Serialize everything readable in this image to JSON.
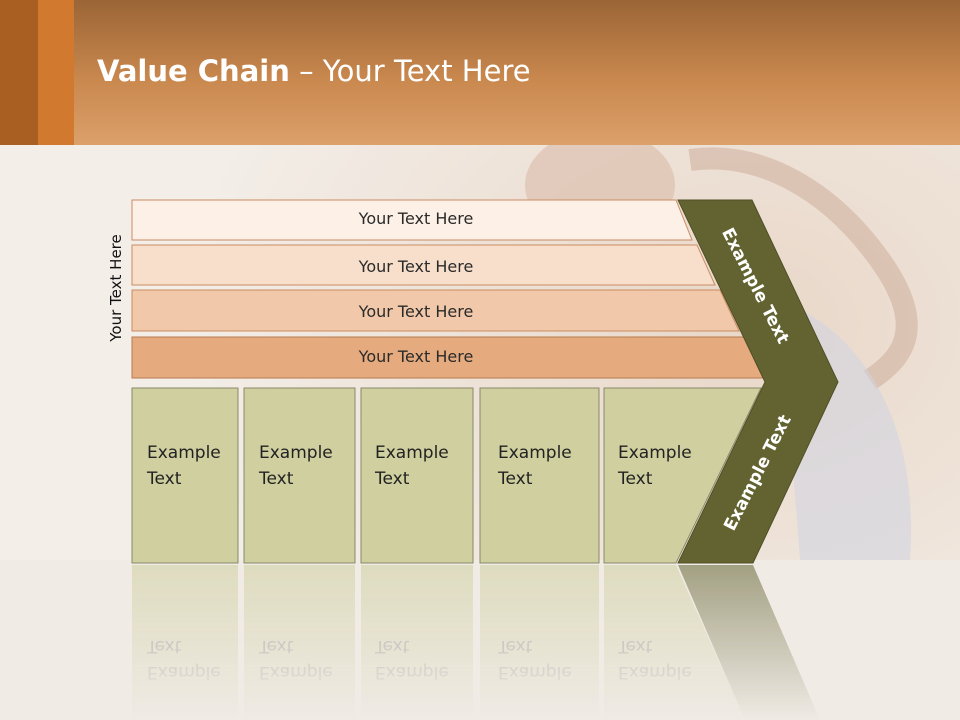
{
  "header": {
    "title_bold": "Value Chain",
    "title_rest": " – Your Text Here"
  },
  "side_label": "Your Text Here",
  "rows": [
    {
      "label": "Your Text Here",
      "color": "#fdf0e6"
    },
    {
      "label": "Your Text Here",
      "color": "#f8dfcb"
    },
    {
      "label": "Your Text Here",
      "color": "#f1c9aa"
    },
    {
      "label": "Your Text Here",
      "color": "#e5ab7e"
    }
  ],
  "boxes": [
    {
      "label": "Example\nText"
    },
    {
      "label": "Example\nText"
    },
    {
      "label": "Example\nText"
    },
    {
      "label": "Example\nText"
    },
    {
      "label": "Example\nText"
    }
  ],
  "chevron": {
    "upper_label": "Example Text",
    "lower_label": "Example Text",
    "color": "#636332"
  },
  "colors": {
    "box_fill": "#cfcf9f",
    "box_border": "#8a8a6a",
    "accent": "#d17a2f"
  }
}
